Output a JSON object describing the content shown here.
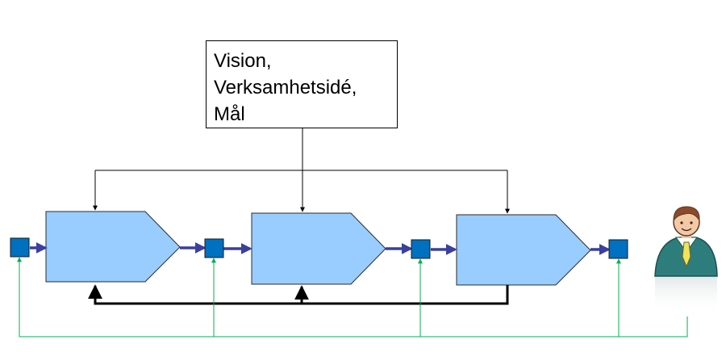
{
  "vision_box": {
    "lines": [
      "Vision,",
      "Verksamhetsidé,",
      "Mål"
    ]
  },
  "process_steps": [
    {
      "name": "process-step-1"
    },
    {
      "name": "process-step-2"
    },
    {
      "name": "process-step-3"
    }
  ],
  "connectors": [
    "start-node",
    "node-2",
    "node-3",
    "end-node"
  ],
  "actor": {
    "icon": "customer-person-icon"
  },
  "colors": {
    "process_fill": "#99CCFF",
    "node_fill": "#0070C0",
    "flow_arrow": "#3A3FA0",
    "feedback_line": "#00B050",
    "line": "#000000",
    "person_shirt": "#2E7D7D",
    "person_tie": "#F2E35A"
  }
}
